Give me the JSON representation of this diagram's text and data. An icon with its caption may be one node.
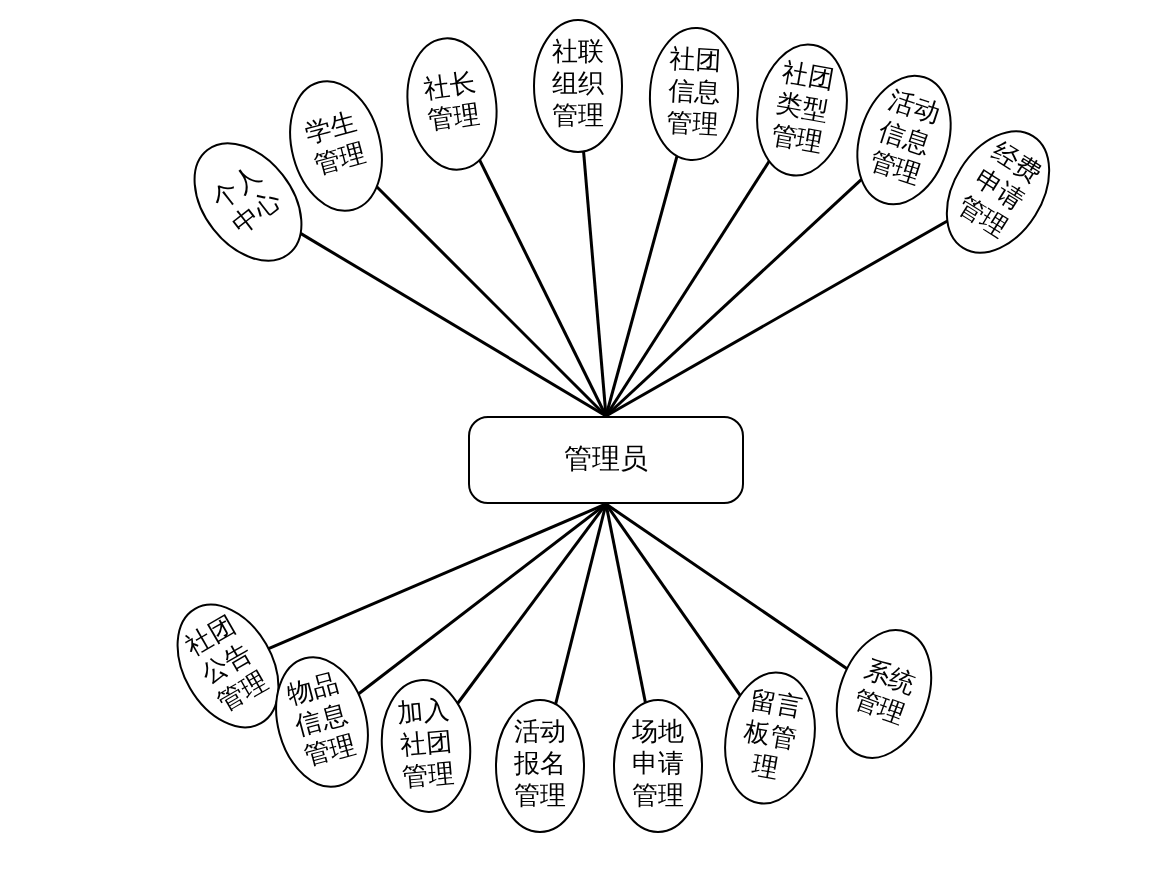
{
  "diagram": {
    "nodes": [
      {
        "text": [
          "个人中心"
        ]
      },
      {
        "text": [
          "学生管理"
        ]
      },
      {
        "text": [
          "社长管理"
        ]
      },
      {
        "text": [
          "社联组织管理"
        ]
      },
      {
        "text": [
          "社团信息管理"
        ]
      },
      {
        "text": [
          "社团类型管理"
        ]
      },
      {
        "text": [
          "活动信息管理"
        ]
      },
      {
        "text": [
          "经费申请管理"
        ]
      },
      {
        "text": [
          "管理员"
        ]
      },
      {
        "text": [
          "社团公告管理"
        ]
      },
      {
        "text": [
          "物品信息管理"
        ]
      },
      {
        "text": [
          "加入社团管理"
        ]
      },
      {
        "text": [
          "活动报名管理"
        ]
      },
      {
        "text": [
          "场地申请管理"
        ]
      },
      {
        "text": [
          "留言板管理"
        ]
      },
      {
        "text": [
          "系统管理"
        ]
      }
    ],
    "edges": [
      {
        "from": 8,
        "to": 0,
        "arrow": "none"
      },
      {
        "from": 8,
        "to": 1,
        "arrow": "none"
      },
      {
        "from": 8,
        "to": 2,
        "arrow": "none"
      },
      {
        "from": 8,
        "to": 3,
        "arrow": "none"
      },
      {
        "from": 8,
        "to": 4,
        "arrow": "none"
      },
      {
        "from": 8,
        "to": 5,
        "arrow": "none"
      },
      {
        "from": 8,
        "to": 6,
        "arrow": "none"
      },
      {
        "from": 8,
        "to": 7,
        "arrow": "none"
      },
      {
        "from": 8,
        "to": 9,
        "arrow": "none"
      },
      {
        "from": 8,
        "to": 10,
        "arrow": "none"
      },
      {
        "from": 8,
        "to": 11,
        "arrow": "none"
      },
      {
        "from": 8,
        "to": 12,
        "arrow": "none"
      },
      {
        "from": 8,
        "to": 13,
        "arrow": "none"
      },
      {
        "from": 8,
        "to": 14,
        "arrow": "none"
      },
      {
        "from": 8,
        "to": 15,
        "arrow": "none"
      }
    ]
  }
}
